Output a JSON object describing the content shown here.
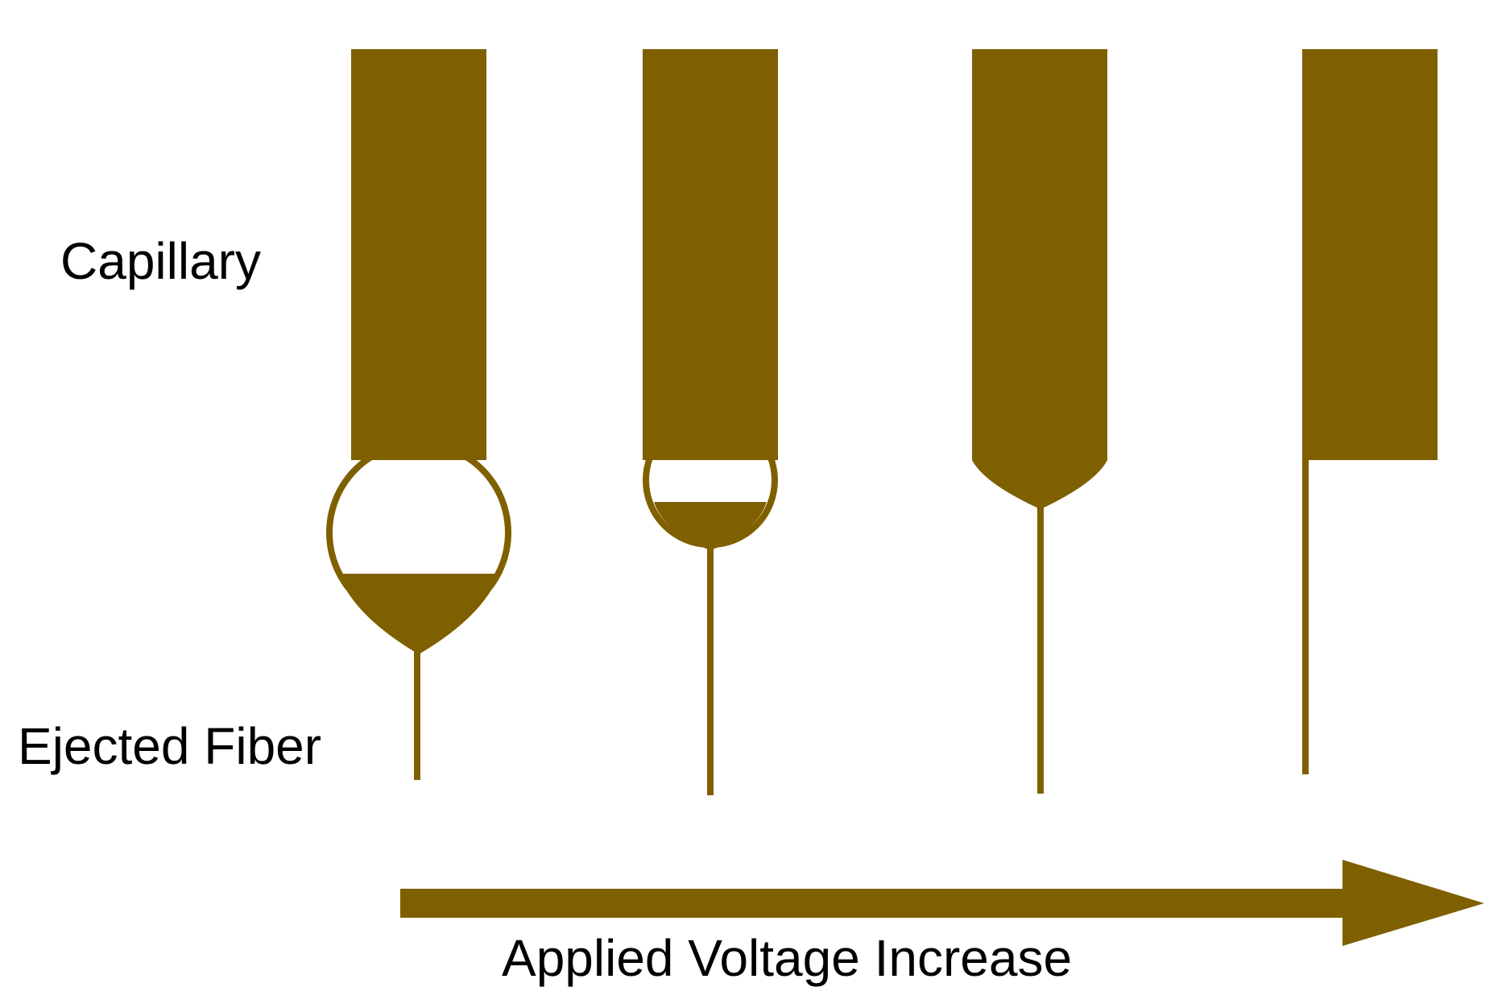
{
  "labels": {
    "capillary": "Capillary",
    "ejected_fiber": "Ejected Fiber",
    "voltage_axis": "Applied Voltage Increase"
  },
  "colors": {
    "material": "#7F6000",
    "text": "#000000",
    "background": "#FFFFFF"
  },
  "stages": [
    {
      "stage": 1,
      "droplet": "large-bulb"
    },
    {
      "stage": 2,
      "droplet": "small-bulb"
    },
    {
      "stage": 3,
      "droplet": "taylor-cone"
    },
    {
      "stage": 4,
      "droplet": "none"
    }
  ]
}
